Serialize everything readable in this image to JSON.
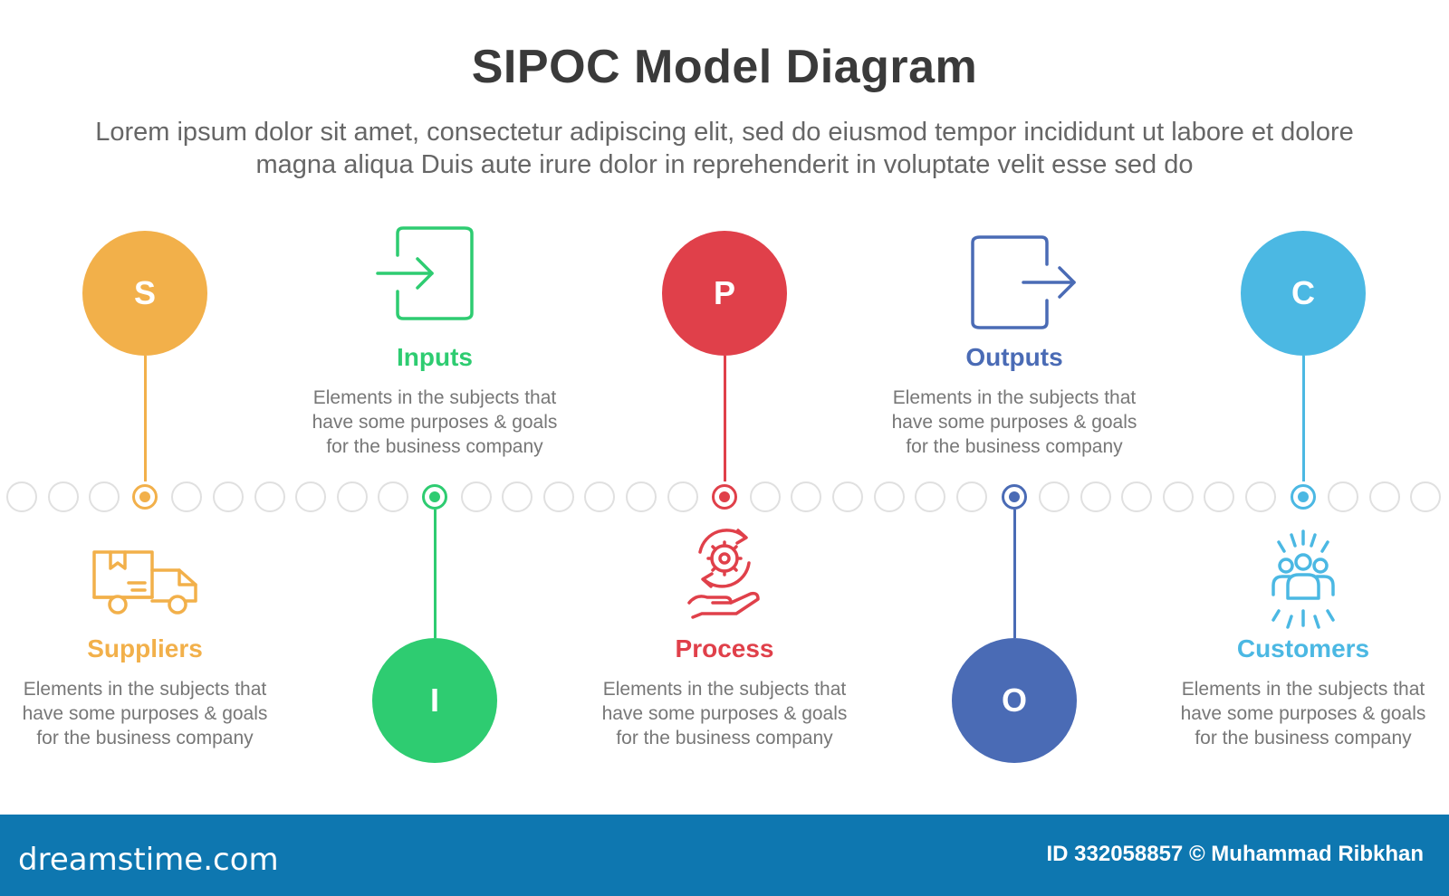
{
  "title": "SIPOC Model Diagram",
  "subtitle": "Lorem ipsum dolor sit amet, consectetur adipiscing elit, sed do eiusmod tempor incididunt ut labore et dolore magna aliqua Duis aute irure dolor in reprehenderit in voluptate velit esse sed do",
  "colors": {
    "suppliers": "#f2b04a",
    "inputs": "#2ecc71",
    "process": "#e0404a",
    "outputs": "#4a6bb5",
    "customers": "#4bb8e3",
    "footer": "#0e77b0"
  },
  "items": [
    {
      "letter": "S",
      "label": "Suppliers",
      "desc_lines": [
        "Elements in the subjects that",
        "have  some purposes & goals",
        "for the  business company"
      ],
      "icon": "delivery-truck-icon"
    },
    {
      "letter": "I",
      "label": "Inputs",
      "desc_lines": [
        "Elements in the subjects that",
        "have  some purposes & goals",
        "for the  business company"
      ],
      "icon": "login-arrow-icon"
    },
    {
      "letter": "P",
      "label": "Process",
      "desc_lines": [
        "Elements in the subjects that",
        "have  some purposes & goals",
        "for the  business company"
      ],
      "icon": "gear-cycle-hand-icon"
    },
    {
      "letter": "O",
      "label": "Outputs",
      "desc_lines": [
        "Elements in the subjects that",
        "have  some purposes & goals",
        "for the  business company"
      ],
      "icon": "logout-arrow-icon"
    },
    {
      "letter": "C",
      "label": "Customers",
      "desc_lines": [
        "Elements in the subjects that",
        "have  some purposes & goals",
        "for the  business company"
      ],
      "icon": "customer-group-icon"
    }
  ],
  "footer": {
    "brand": "dreamstime.com",
    "credit": "ID 332058857 © Muhammad Ribkhan"
  }
}
